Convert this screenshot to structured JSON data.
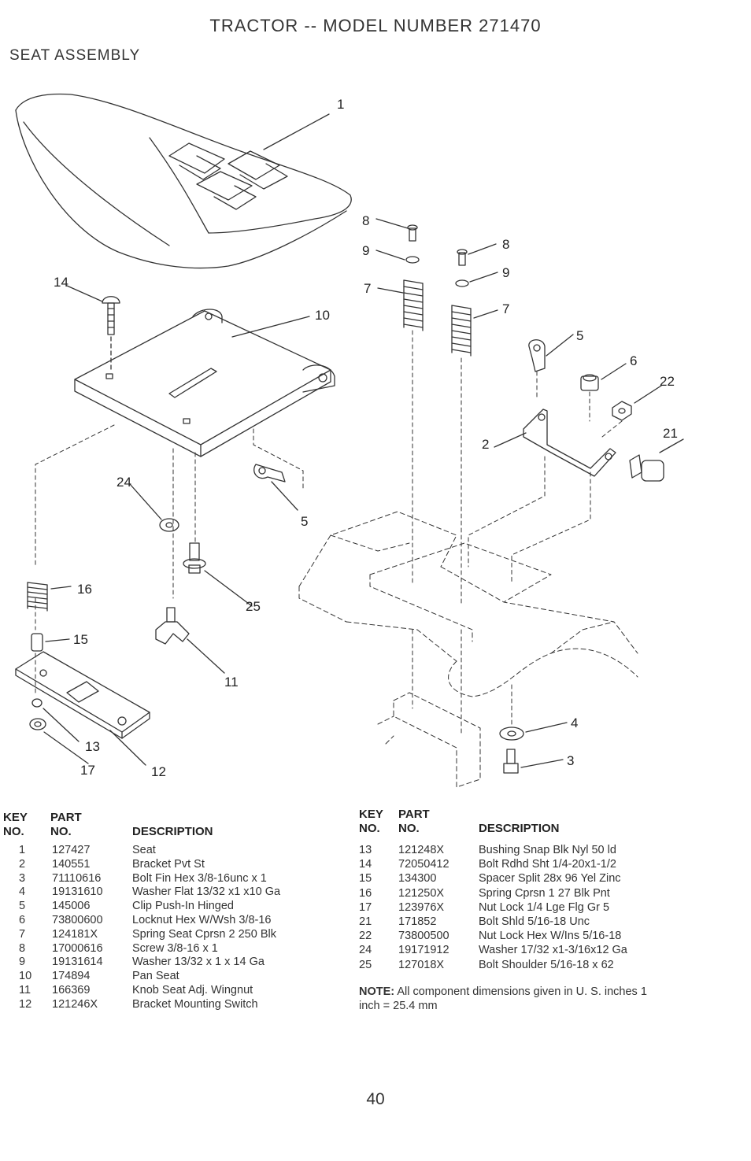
{
  "header": {
    "title": "TRACTOR -- MODEL NUMBER 271470",
    "subtitle": "SEAT ASSEMBLY"
  },
  "diagram": {
    "callouts": [
      "1",
      "10",
      "14",
      "8",
      "9",
      "7",
      "8",
      "9",
      "7",
      "5",
      "6",
      "22",
      "2",
      "21",
      "24",
      "5",
      "16",
      "25",
      "15",
      "11",
      "13",
      "17",
      "12",
      "4",
      "3"
    ]
  },
  "table_left": {
    "headers": {
      "key_line1": "KEY",
      "key_line2": "NO.",
      "part_line1": "PART",
      "part_line2": "NO.",
      "description": "DESCRIPTION"
    },
    "rows": [
      {
        "key": "1",
        "part": "127427",
        "desc": "Seat"
      },
      {
        "key": "2",
        "part": "140551",
        "desc": "Bracket Pvt St"
      },
      {
        "key": "3",
        "part": "71110616",
        "desc": "Bolt Fin Hex 3/8-16unc x 1"
      },
      {
        "key": "4",
        "part": "19131610",
        "desc": "Washer Flat 13/32 x1 x10 Ga"
      },
      {
        "key": "5",
        "part": "145006",
        "desc": "Clip Push-In Hinged"
      },
      {
        "key": "6",
        "part": "73800600",
        "desc": "Locknut Hex W/Wsh 3/8-16"
      },
      {
        "key": "7",
        "part": "124181X",
        "desc": "Spring Seat Cprsn 2 250 Blk"
      },
      {
        "key": "8",
        "part": "17000616",
        "desc": "Screw 3/8-16 x 1"
      },
      {
        "key": "9",
        "part": "19131614",
        "desc": "Washer 13/32 x 1 x 14 Ga"
      },
      {
        "key": "10",
        "part": "174894",
        "desc": "Pan Seat"
      },
      {
        "key": "11",
        "part": "166369",
        "desc": "Knob Seat Adj. Wingnut"
      },
      {
        "key": "12",
        "part": "121246X",
        "desc": "Bracket Mounting Switch"
      }
    ]
  },
  "table_right": {
    "headers": {
      "key_line1": "KEY",
      "key_line2": "NO.",
      "part_line1": "PART",
      "part_line2": "NO.",
      "description": "DESCRIPTION"
    },
    "rows": [
      {
        "key": "13",
        "part": "121248X",
        "desc": "Bushing Snap Blk Nyl 50 ld"
      },
      {
        "key": "14",
        "part": "72050412",
        "desc": "Bolt Rdhd Sht 1/4-20x1-1/2"
      },
      {
        "key": "15",
        "part": "134300",
        "desc": "Spacer Split 28x 96 Yel Zinc"
      },
      {
        "key": "16",
        "part": "121250X",
        "desc": "Spring Cprsn 1 27 Blk Pnt"
      },
      {
        "key": "17",
        "part": "123976X",
        "desc": "Nut Lock 1/4 Lge Flg Gr 5"
      },
      {
        "key": "21",
        "part": "171852",
        "desc": "Bolt Shld 5/16-18 Unc"
      },
      {
        "key": "22",
        "part": "73800500",
        "desc": "Nut Lock Hex W/Ins 5/16-18"
      },
      {
        "key": "24",
        "part": "19171912",
        "desc": "Washer 17/32 x1-3/16x12 Ga"
      },
      {
        "key": "25",
        "part": "127018X",
        "desc": "Bolt Shoulder 5/16-18 x 62"
      }
    ]
  },
  "note": {
    "label": "NOTE:",
    "text": "All component dimensions given in U. S. inches 1 inch = 25.4 mm"
  },
  "page_number": "40"
}
